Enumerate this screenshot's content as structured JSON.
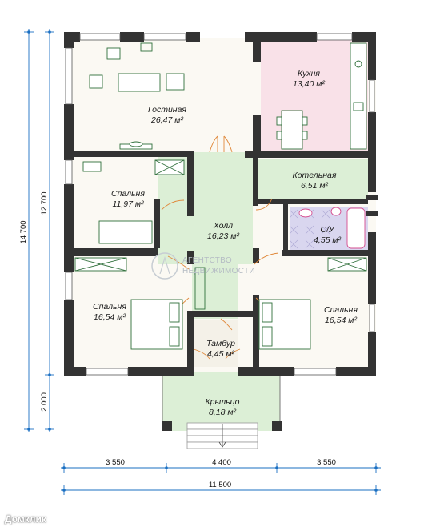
{
  "rooms": [
    {
      "id": "living",
      "name": "Гостиная",
      "area": "26,47 м²"
    },
    {
      "id": "kitchen",
      "name": "Кухня",
      "area": "13,40 м²"
    },
    {
      "id": "boiler",
      "name": "Котельная",
      "area": "6,51 м²"
    },
    {
      "id": "bedroom_1",
      "name": "Спальня",
      "area": "11,97 м²"
    },
    {
      "id": "hall",
      "name": "Холл",
      "area": "16,23 м²"
    },
    {
      "id": "bathroom",
      "name": "С/У",
      "area": "4,55 м²"
    },
    {
      "id": "bedroom_2",
      "name": "Спальня",
      "area": "16,54 м²"
    },
    {
      "id": "bedroom_3",
      "name": "Спальня",
      "area": "16,54 м²"
    },
    {
      "id": "vestibule",
      "name": "Тамбур",
      "area": "4,45 м²"
    },
    {
      "id": "porch",
      "name": "Крыльцо",
      "area": "8,18 м²"
    }
  ],
  "dimensions": {
    "bottom_segments": [
      "3 550",
      "4 400",
      "3 550"
    ],
    "bottom_total": "11 500",
    "left_total": "14 700",
    "left_house": "12 700",
    "left_porch": "2 000"
  },
  "watermark": {
    "line1": "АГЕНТСТВО",
    "line2": "НЕДВИЖИМОСТИ"
  },
  "brand": "Домклик",
  "colors": {
    "wall": "#333333",
    "hall": "#dcefd6",
    "kitchen": "#f9e1e8",
    "bathroom": "#d9d6ef",
    "floor": "#fbf9f3",
    "porch": "#dcefd6"
  }
}
